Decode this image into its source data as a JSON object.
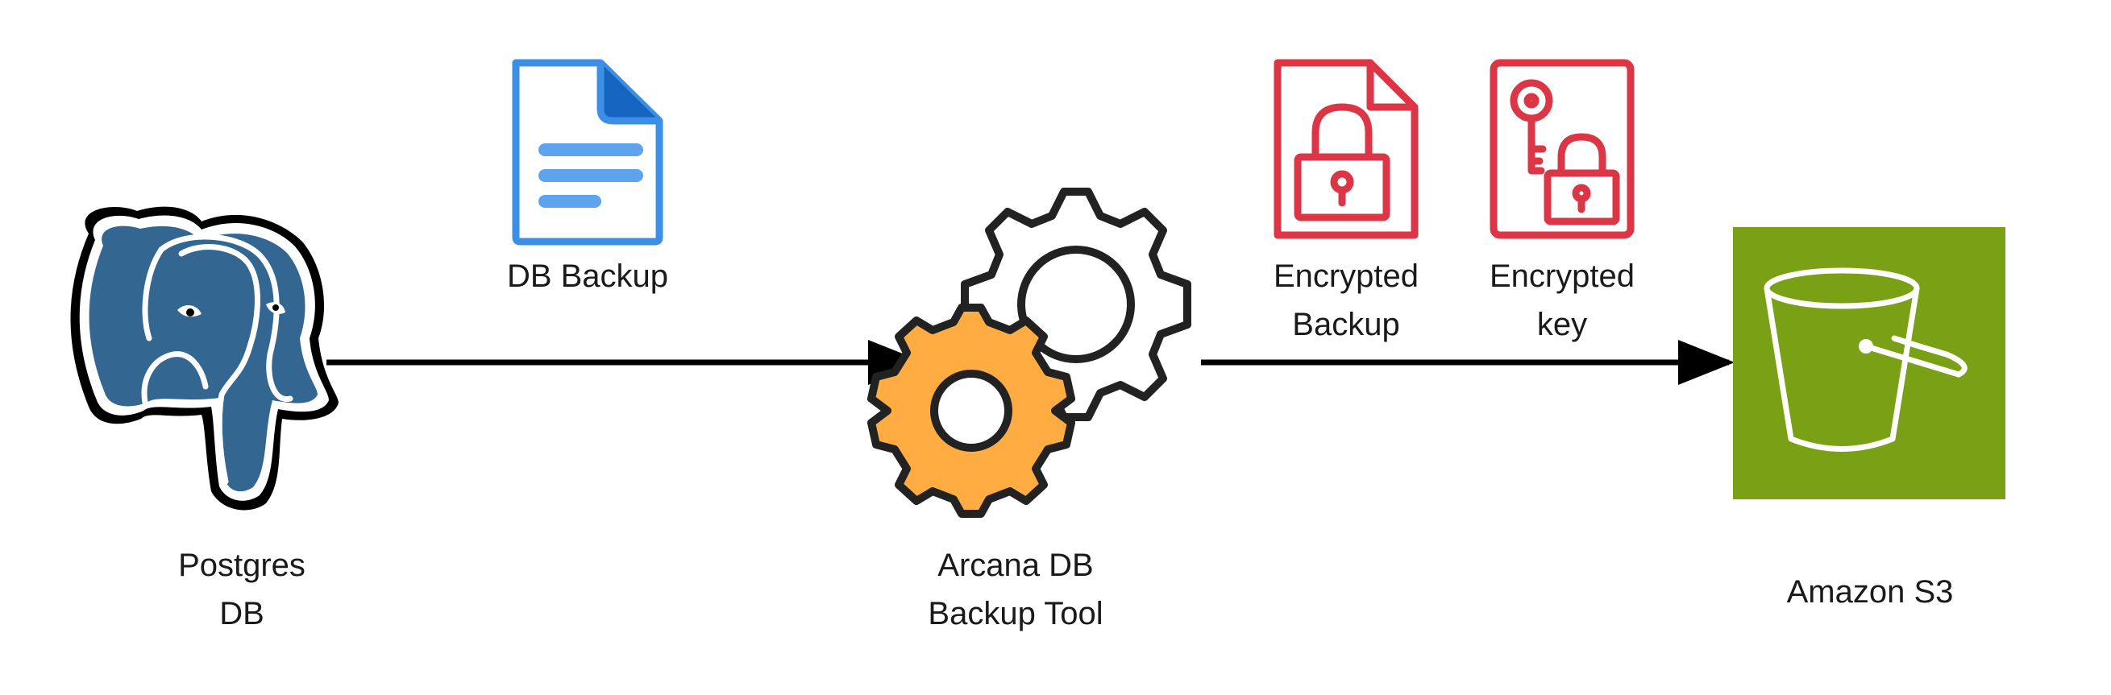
{
  "nodes": {
    "postgres": {
      "line1": "Postgres",
      "line2": "DB"
    },
    "tool": {
      "line1": "Arcana DB",
      "line2": "Backup Tool"
    },
    "s3": {
      "line1": "Amazon S3"
    }
  },
  "artifacts": {
    "db_backup": {
      "line1": "DB Backup"
    },
    "encrypted_backup": {
      "line1": "Encrypted",
      "line2": "Backup"
    },
    "encrypted_key": {
      "line1": "Encrypted",
      "line2": "key"
    }
  },
  "colors": {
    "postgres_blue": "#336791",
    "doc_blue": "#3D8FE6",
    "doc_blue_dark": "#1565C0",
    "gear_orange": "#FFAD42",
    "lock_red": "#DC3545",
    "s3_green": "#7AA116",
    "arrow": "#000000"
  },
  "icons": [
    "postgres-elephant-icon",
    "document-icon",
    "gear-icon",
    "locked-file-icon",
    "key-lock-icon",
    "s3-bucket-icon"
  ]
}
